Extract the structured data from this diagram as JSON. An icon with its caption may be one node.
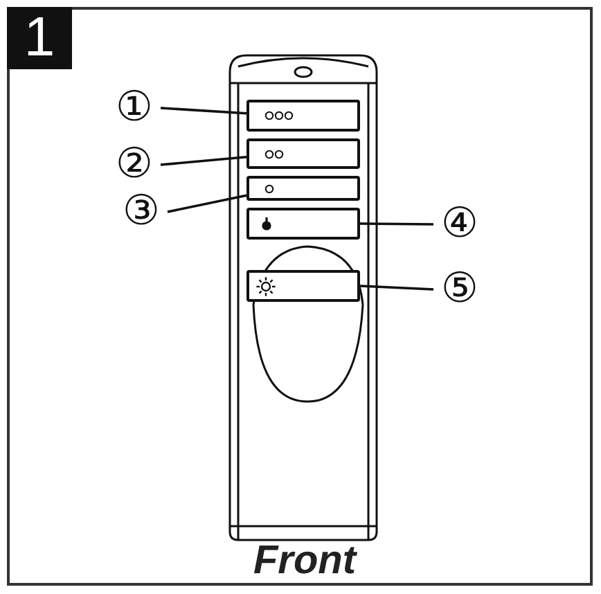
{
  "diagram": {
    "caption": "Front",
    "nodes": [
      {
        "text": [
          "①"
        ]
      },
      {
        "text": [
          "②"
        ]
      },
      {
        "text": [
          "③"
        ]
      },
      {
        "text": [
          "④"
        ]
      },
      {
        "text": [
          "⑤"
        ]
      },
      {
        "text": [],
        "shape": "button"
      },
      {
        "text": [],
        "shape": "button"
      },
      {
        "text": [],
        "shape": "button"
      },
      {
        "text": [],
        "shape": "button"
      },
      {
        "text": [],
        "shape": "button"
      }
    ],
    "edges": [
      {
        "from": 0,
        "to": 5,
        "arrow": "none"
      },
      {
        "from": 1,
        "to": 6,
        "arrow": "none"
      },
      {
        "from": 2,
        "to": 7,
        "arrow": "none"
      },
      {
        "from": 3,
        "to": 8,
        "arrow": "none"
      },
      {
        "from": 4,
        "to": 9,
        "arrow": "none"
      }
    ],
    "labels": [
      "1"
    ]
  }
}
